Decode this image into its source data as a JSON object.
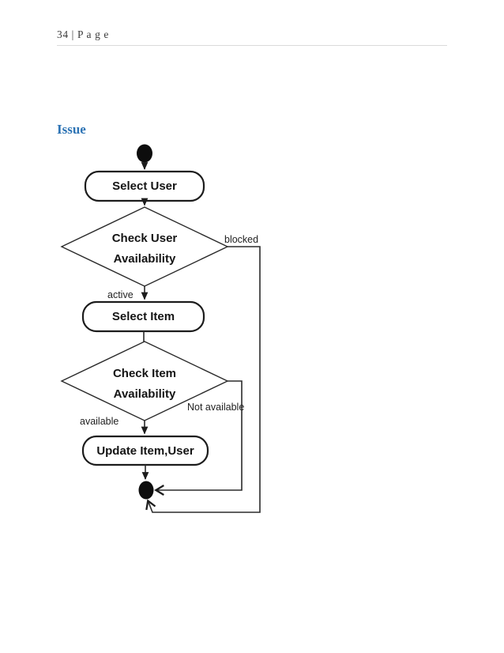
{
  "page": {
    "header": "34 | P a g e",
    "heading": "Issue"
  },
  "colors": {
    "heading_accent": "#2E74B5",
    "diagram_line": "#2b2b2b",
    "activity_border": "#1c1c1c",
    "terminal_fill": "#0d0d0d",
    "header_rule": "#dadada"
  },
  "diagram": {
    "activities": {
      "select_user": "Select User",
      "select_item": "Select Item",
      "update_item_user": "Update Item,User"
    },
    "decisions": {
      "check_user": {
        "line1": "Check User",
        "line2": "Availability"
      },
      "check_item": {
        "line1": "Check Item",
        "line2": "Availability"
      }
    },
    "edge_labels": {
      "blocked": "blocked",
      "active": "active",
      "not_available": "Not available",
      "available": "available"
    }
  }
}
